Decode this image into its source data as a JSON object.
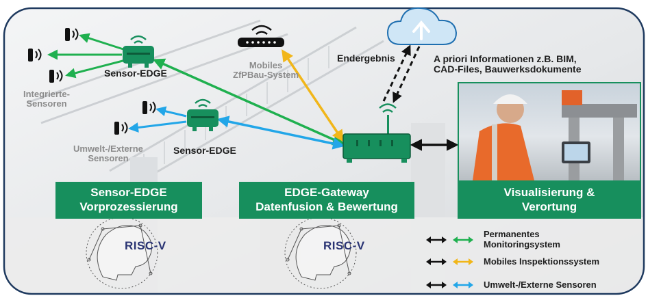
{
  "colors": {
    "green": "#178f5d",
    "permanent": "#1fb04f",
    "mobile": "#f1b619",
    "environment": "#22a6e8",
    "frame": "#1f3a5f"
  },
  "icons": [
    "sensor-icon",
    "edge-device-icon",
    "router-icon",
    "cloud-upload-icon",
    "riscv-brain-icon",
    "bidirectional-arrow-icon"
  ],
  "labels": {
    "sensor_edge_top": "Sensor-EDGE",
    "integrated_sensors": "Integrierte-\nSensoren",
    "mobile_system": "Mobiles\nZfPBau-System",
    "end_result": "Endergebnis",
    "a_priori": "A priori Informationen z.B. BIM,\nCAD-Files, Bauwerksdokumente",
    "env_sensors": "Umwelt-/Externe\nSensoren",
    "sensor_edge_bottom": "Sensor-EDGE"
  },
  "boxes": {
    "sensor_edge": "Sensor-EDGE\nVorprozessierung",
    "gateway": "EDGE-Gateway\nDatenfusion & Bewertung",
    "visual": "Visualisierung &\nVerortung"
  },
  "logos": {
    "riscv": "RISC-V"
  },
  "legend": [
    {
      "text": "Permanentes\nMonitoringsystem",
      "color": "#1fb04f"
    },
    {
      "text": "Mobiles Inspektionssystem",
      "color": "#f1b619"
    },
    {
      "text": "Umwelt-/Externe Sensoren",
      "color": "#22a6e8"
    }
  ]
}
